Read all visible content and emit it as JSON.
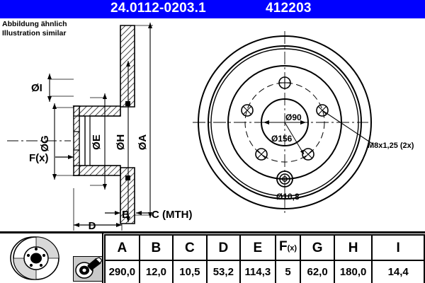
{
  "header": {
    "part_number": "24.0112-0203.1",
    "reference_number": "412203",
    "background_color": "#0000ff",
    "text_color": "#ffffff"
  },
  "note": {
    "line_de": "Abbildung ähnlich",
    "line_en": "Illustration similar"
  },
  "section_view": {
    "labels": {
      "inner_small_diameter": "ØI",
      "hub_diameter": "ØG",
      "friction_inner_diameter": "ØE",
      "friction_outer_diameter": "ØH",
      "outer_diameter": "ØA",
      "fx": "F(x)",
      "thickness_b": "B",
      "min_thickness_c": "C (MTH)",
      "height_d": "D"
    }
  },
  "face_view": {
    "center_bore": "Ø90",
    "bolt_circle": "Ø156",
    "thread": "M8x1,25 (2x)",
    "locating_hole": "Ø10,8",
    "bolt_hole_count": 5
  },
  "icons": {
    "disc": "brake-disc-icon",
    "caliper": "micrometer-caliper-icon"
  },
  "spec_table": {
    "headers": [
      "A",
      "B",
      "C",
      "D",
      "E",
      "F(x)",
      "G",
      "H",
      "I"
    ],
    "fx_base": "F",
    "fx_sub": "(x)",
    "values": [
      "290,0",
      "12,0",
      "10,5",
      "53,2",
      "114,3",
      "5",
      "62,0",
      "180,0",
      "14,4"
    ]
  }
}
